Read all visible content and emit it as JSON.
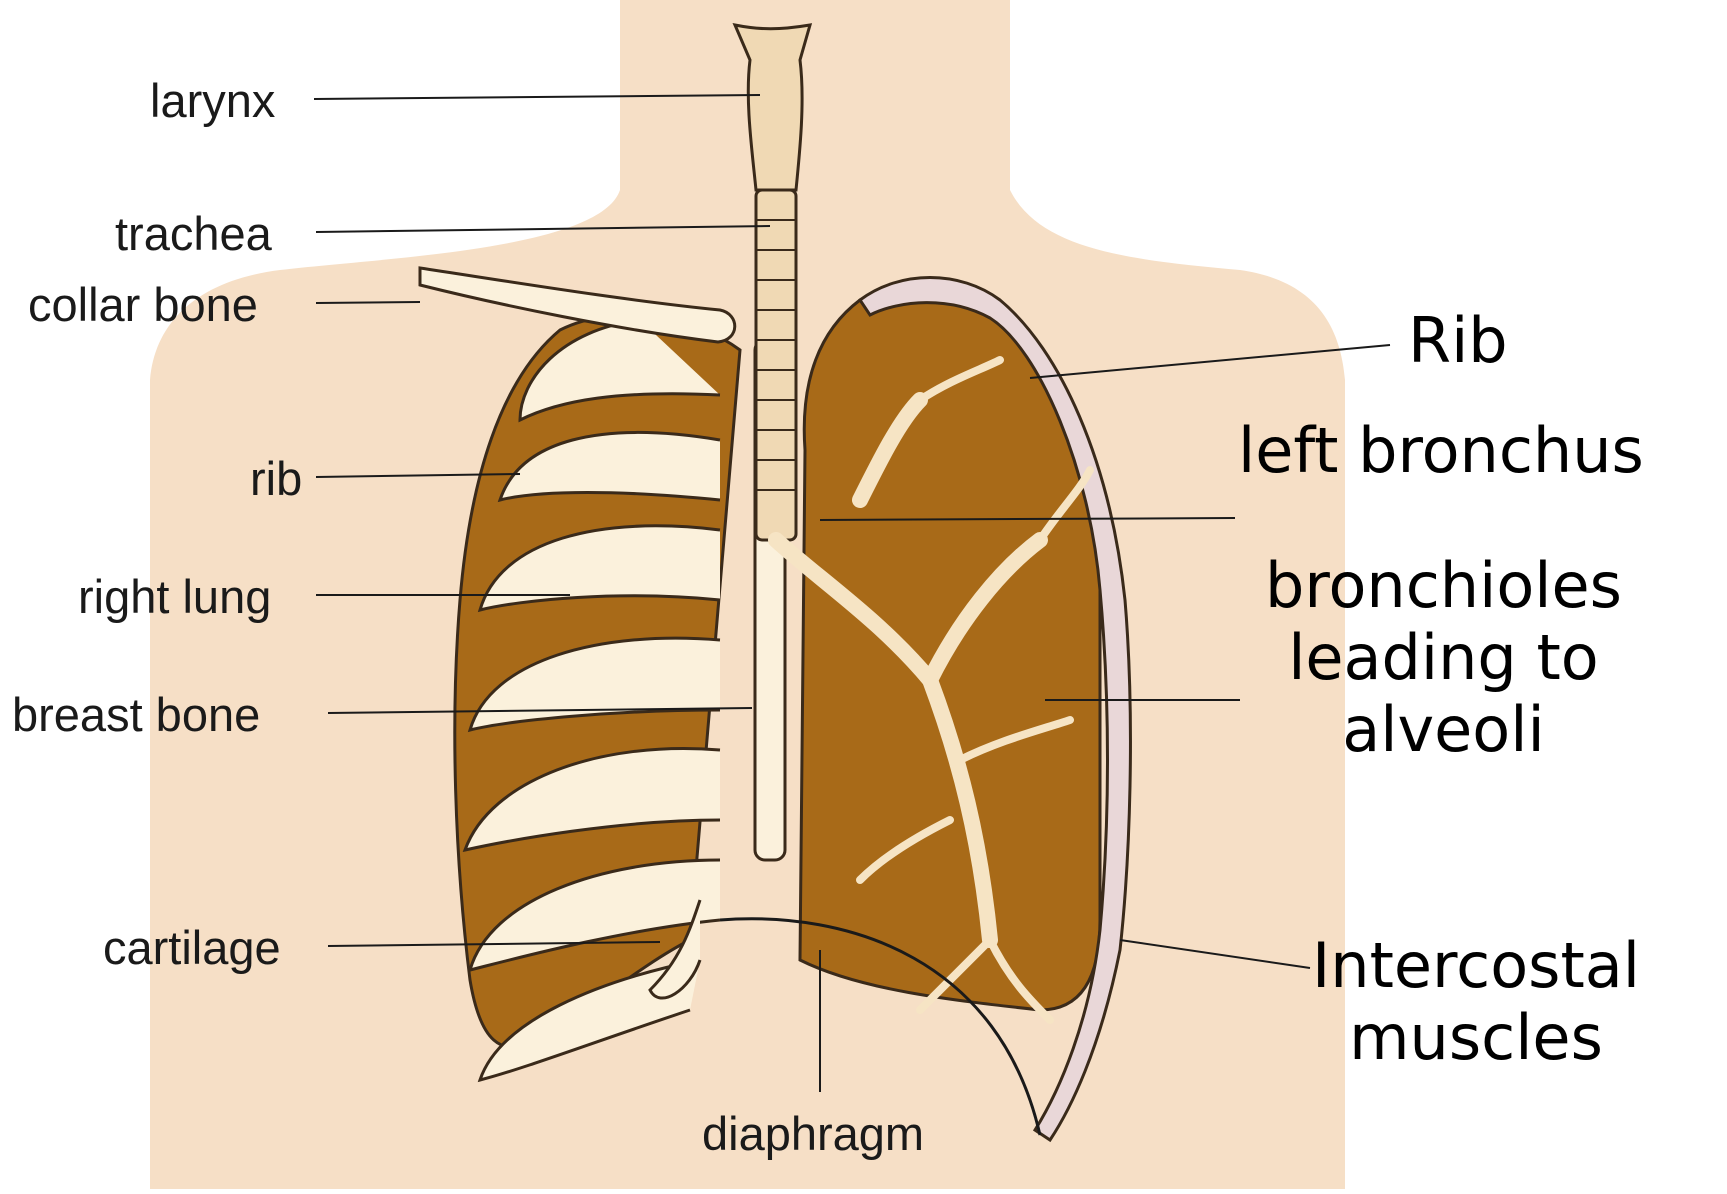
{
  "colors": {
    "background": "#ffffff",
    "skin": "#f6dfc6",
    "lung": "#a86a18",
    "bone": "#fbf1dc",
    "outline": "#3a2a1a"
  },
  "labels_left": {
    "larynx": "larynx",
    "trachea": "trachea",
    "collar_bone": "collar bone",
    "rib": "rib",
    "right_lung": "right lung",
    "breast_bone": "breast bone",
    "cartilage": "cartilage",
    "diaphragm": "diaphragm"
  },
  "labels_right": {
    "rib": "Rib",
    "left_bronchus": "left bronchus",
    "bronchioles": [
      "bronchioles",
      "leading to",
      "alveoli"
    ],
    "intercostal": [
      "Intercostal",
      "muscles"
    ]
  }
}
